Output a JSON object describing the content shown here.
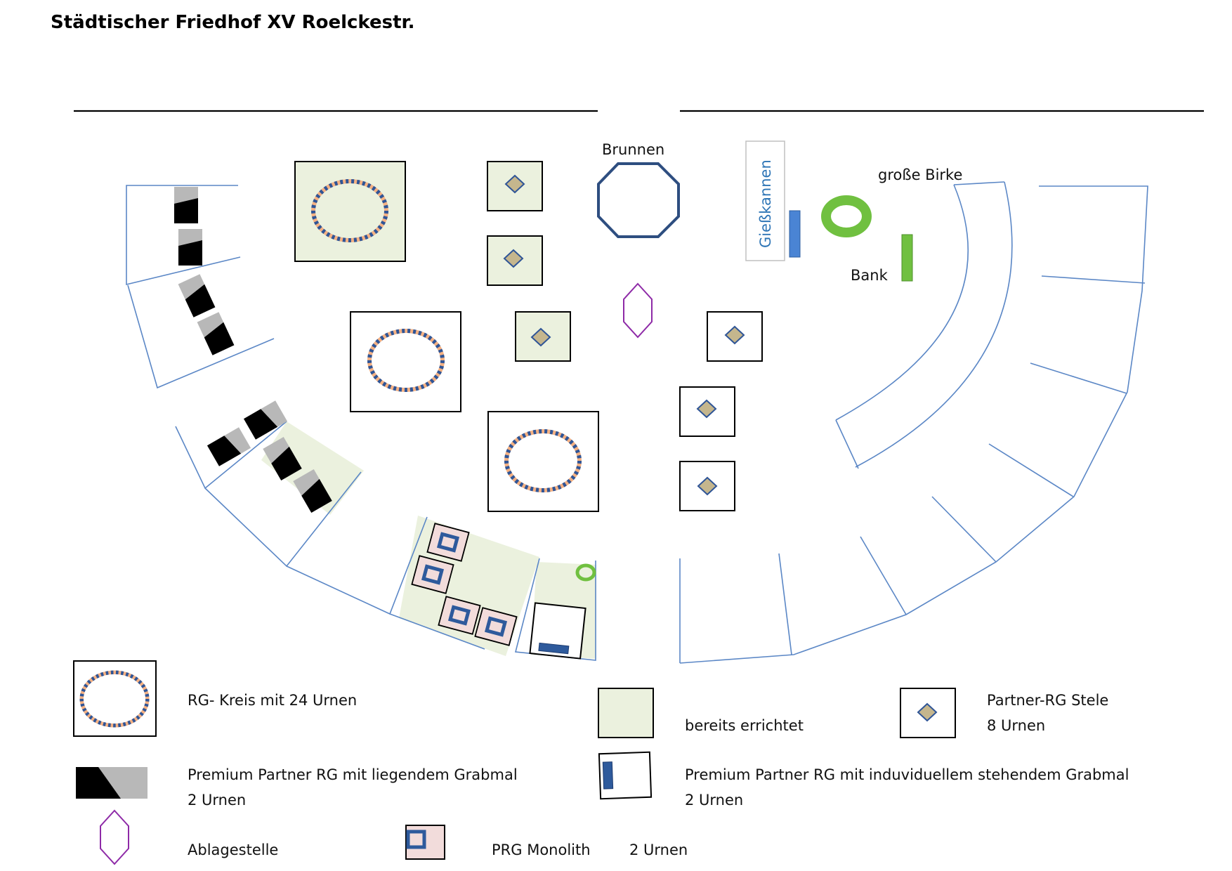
{
  "title": "Städtischer  Friedhof  XV  Roelckestr.",
  "labels": {
    "brunnen": "Brunnen",
    "giesskannen": "Gießkannen",
    "birke": "große Birke",
    "bank": "Bank"
  },
  "legend": {
    "rg_kreis": "RG- Kreis mit 24 Urnen",
    "bereits": "bereits errichtet",
    "stele_l1": "Partner-RG Stele",
    "stele_l2": "8 Urnen",
    "liegend_l1": "Premium Partner RG mit liegendem Grabmal",
    "liegend_l2": "2 Urnen",
    "stehend_l1": "Premium Partner RG mit induviduellem stehendem Grabmal",
    "stehend_l2": "2 Urnen",
    "ablage": "Ablagestelle",
    "monolith": "PRG Monolith",
    "monolith_urnen": "2 Urnen"
  },
  "colors": {
    "built": "#ebf1de",
    "circle_blue": "#2f5597",
    "circle_peach": "#f4b183",
    "diamond": "#c5b68d",
    "monolith_fill": "#f2dcdb",
    "monolith_blue": "#2e5a9c",
    "octagon": "#2e4e80",
    "ablage": "#8e2aa7",
    "birke": "#70c040",
    "bank": "#70c040",
    "giesskannen": "#4a84d4",
    "edge": "#5b87c6"
  },
  "icons": [
    "octagon-fountain-icon",
    "ring-tree-icon",
    "hexagon-ablage-icon",
    "diamond-stele-icon",
    "urn-circle-icon"
  ]
}
